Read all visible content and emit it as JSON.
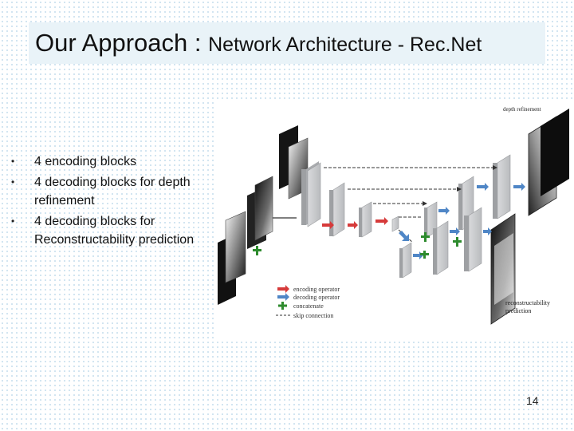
{
  "slide": {
    "title_main": "Our Approach : ",
    "title_sub": "Network Architecture - Rec.Net",
    "bullets": [
      "4 encoding blocks",
      "4 decoding blocks for depth refinement",
      "4 decoding blocks for Reconstructability prediction"
    ],
    "page_number": "14"
  },
  "figure": {
    "top_label": "depth refinement",
    "bottom_label_line1": "reconstructability",
    "bottom_label_line2": "prediction",
    "legend": {
      "encoding": "encoding operator",
      "decoding": "decoding operator",
      "concatenate": "concatenate",
      "skip": "skip connection"
    },
    "colors": {
      "encoding": "#d63a3a",
      "decoding": "#4f86c6",
      "concatenate": "#2e8b2e",
      "block": "#c9cbcd"
    }
  }
}
